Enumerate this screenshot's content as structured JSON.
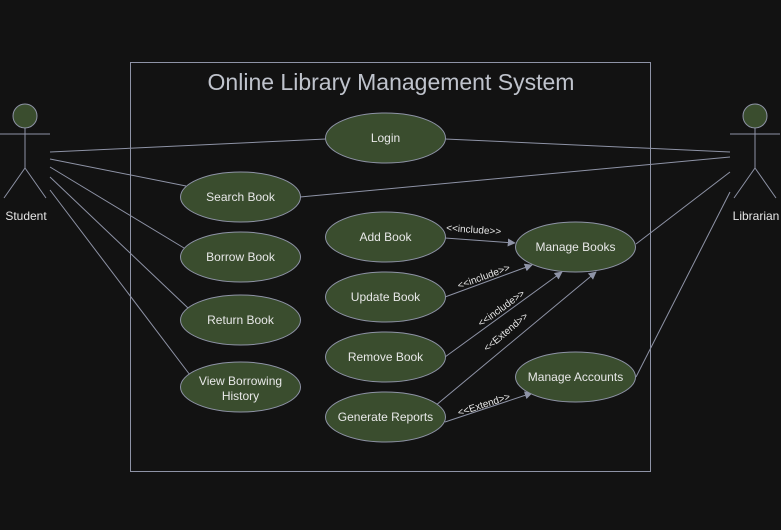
{
  "diagram": {
    "title": "Online Library Management System",
    "actors": {
      "student": "Student",
      "librarian": "Librarian"
    },
    "use_cases": {
      "login": "Login",
      "search_book": "Search Book",
      "borrow_book": "Borrow Book",
      "return_book": "Return Book",
      "view_history_line1": "View Borrowing",
      "view_history_line2": "History",
      "add_book": "Add Book",
      "update_book": "Update Book",
      "remove_book": "Remove Book",
      "generate_reports": "Generate Reports",
      "manage_books": "Manage Books",
      "manage_accounts": "Manage Accounts"
    },
    "relations": {
      "include_add": "<<include>>",
      "include_update": "<<include>>",
      "include_remove": "<<include>>",
      "extend_reports_books": "<<Extend>>",
      "extend_reports_accounts": "<<Extend>>"
    },
    "colors": {
      "background": "#121212",
      "line": "#8e93a6",
      "usecase_fill": "#3a4d2e",
      "usecase_stroke": "#8e93a6",
      "actor_fill": "#3a4d2e"
    }
  }
}
